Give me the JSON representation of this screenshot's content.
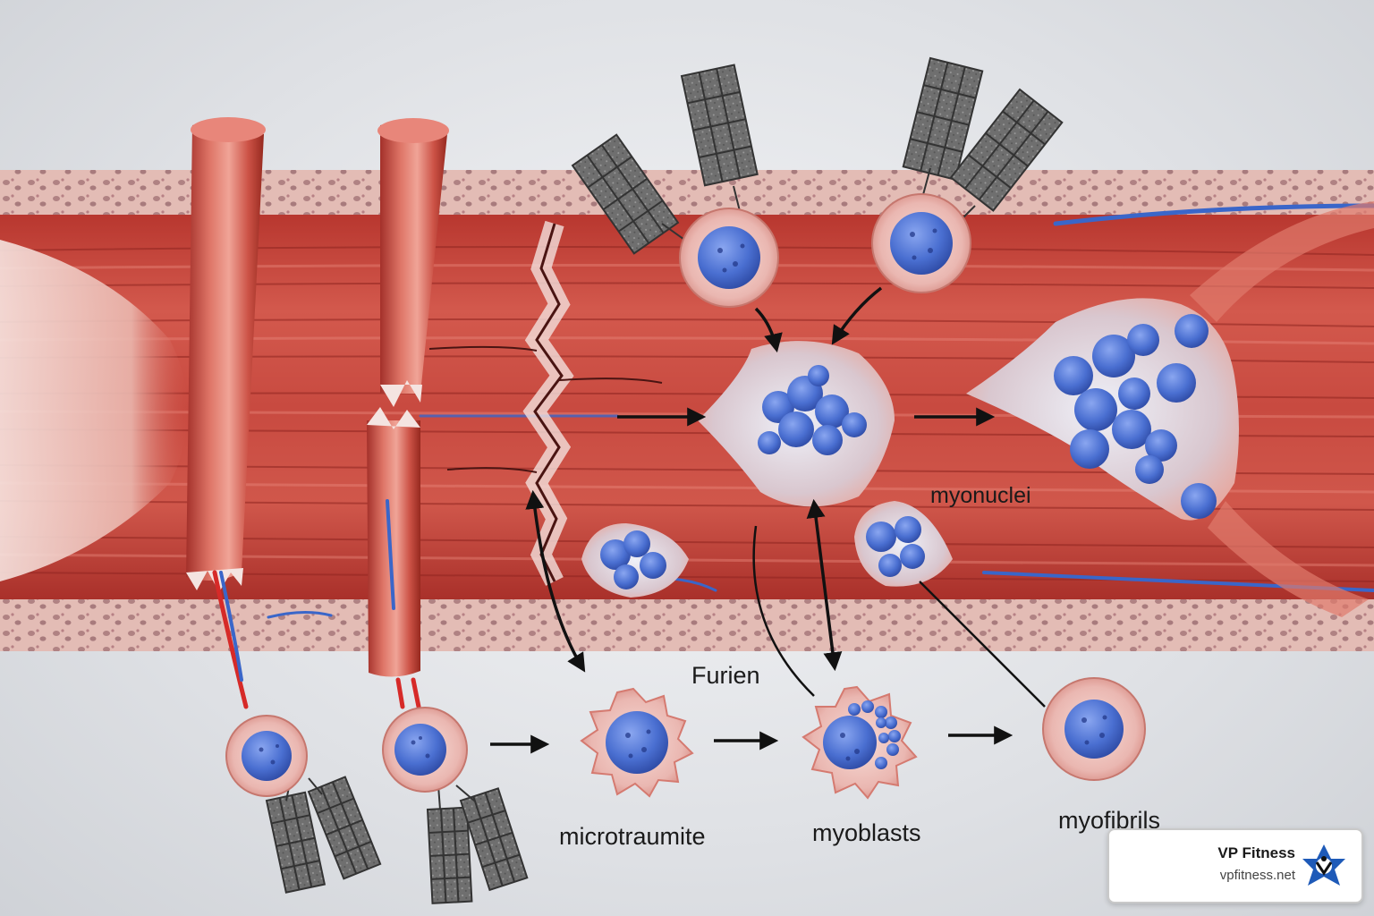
{
  "labels": {
    "myonuclei": "myonuclei",
    "furien": "Furien",
    "microtraumite": "microtraumite",
    "myoblasts": "myoblasts",
    "myofibrils": "myofibrils"
  },
  "brand": {
    "name": "VP Fitness",
    "url": "vpfitness.net",
    "logo_icon": "vp-fitness-logo-icon"
  },
  "colors": {
    "muscle": "#c4453c",
    "muscle_light": "#de7a6c",
    "tendon": "#f1d2cd",
    "connective_tissue": "#d9a8a0",
    "nucleus": "#4a6fd1",
    "cell_cytoplasm": "#eab7b1",
    "vessel_blue": "#3a66c9",
    "vessel_red": "#d62a28",
    "arrow": "#111111",
    "brand_blue": "#1e5ab8"
  }
}
